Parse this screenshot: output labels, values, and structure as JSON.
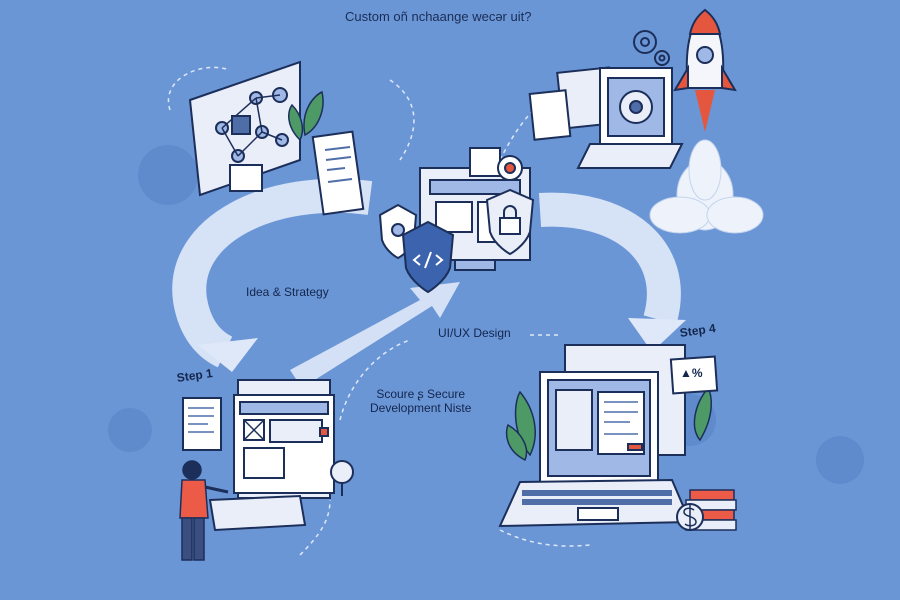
{
  "title": "Custom oñ nchaange wecər uit?",
  "labels": {
    "idea_strategy": "Idea & Strategy",
    "uiux_design": "UI/UX Design",
    "secure_development": "Scoure ʂ Secure\nDevelopment Niste",
    "step_1": "Step 1",
    "step_4": "Step 4",
    "badge_text": "▲%"
  },
  "colors": {
    "background": "#6b96d6",
    "outline": "#1c2f5a",
    "arrow": "#dfe8f8",
    "rocket_red": "#e4573e",
    "person_shirt": "#ec5b48",
    "plant_green": "#4e9a67"
  },
  "icons": [
    "gear-icon",
    "shield-icon",
    "lock-icon",
    "code-icon",
    "rocket-icon",
    "laptop-icon",
    "monitor-icon",
    "dollar-coin-icon",
    "magnifier-icon",
    "network-diagram-icon",
    "plant-icon",
    "person-icon"
  ]
}
